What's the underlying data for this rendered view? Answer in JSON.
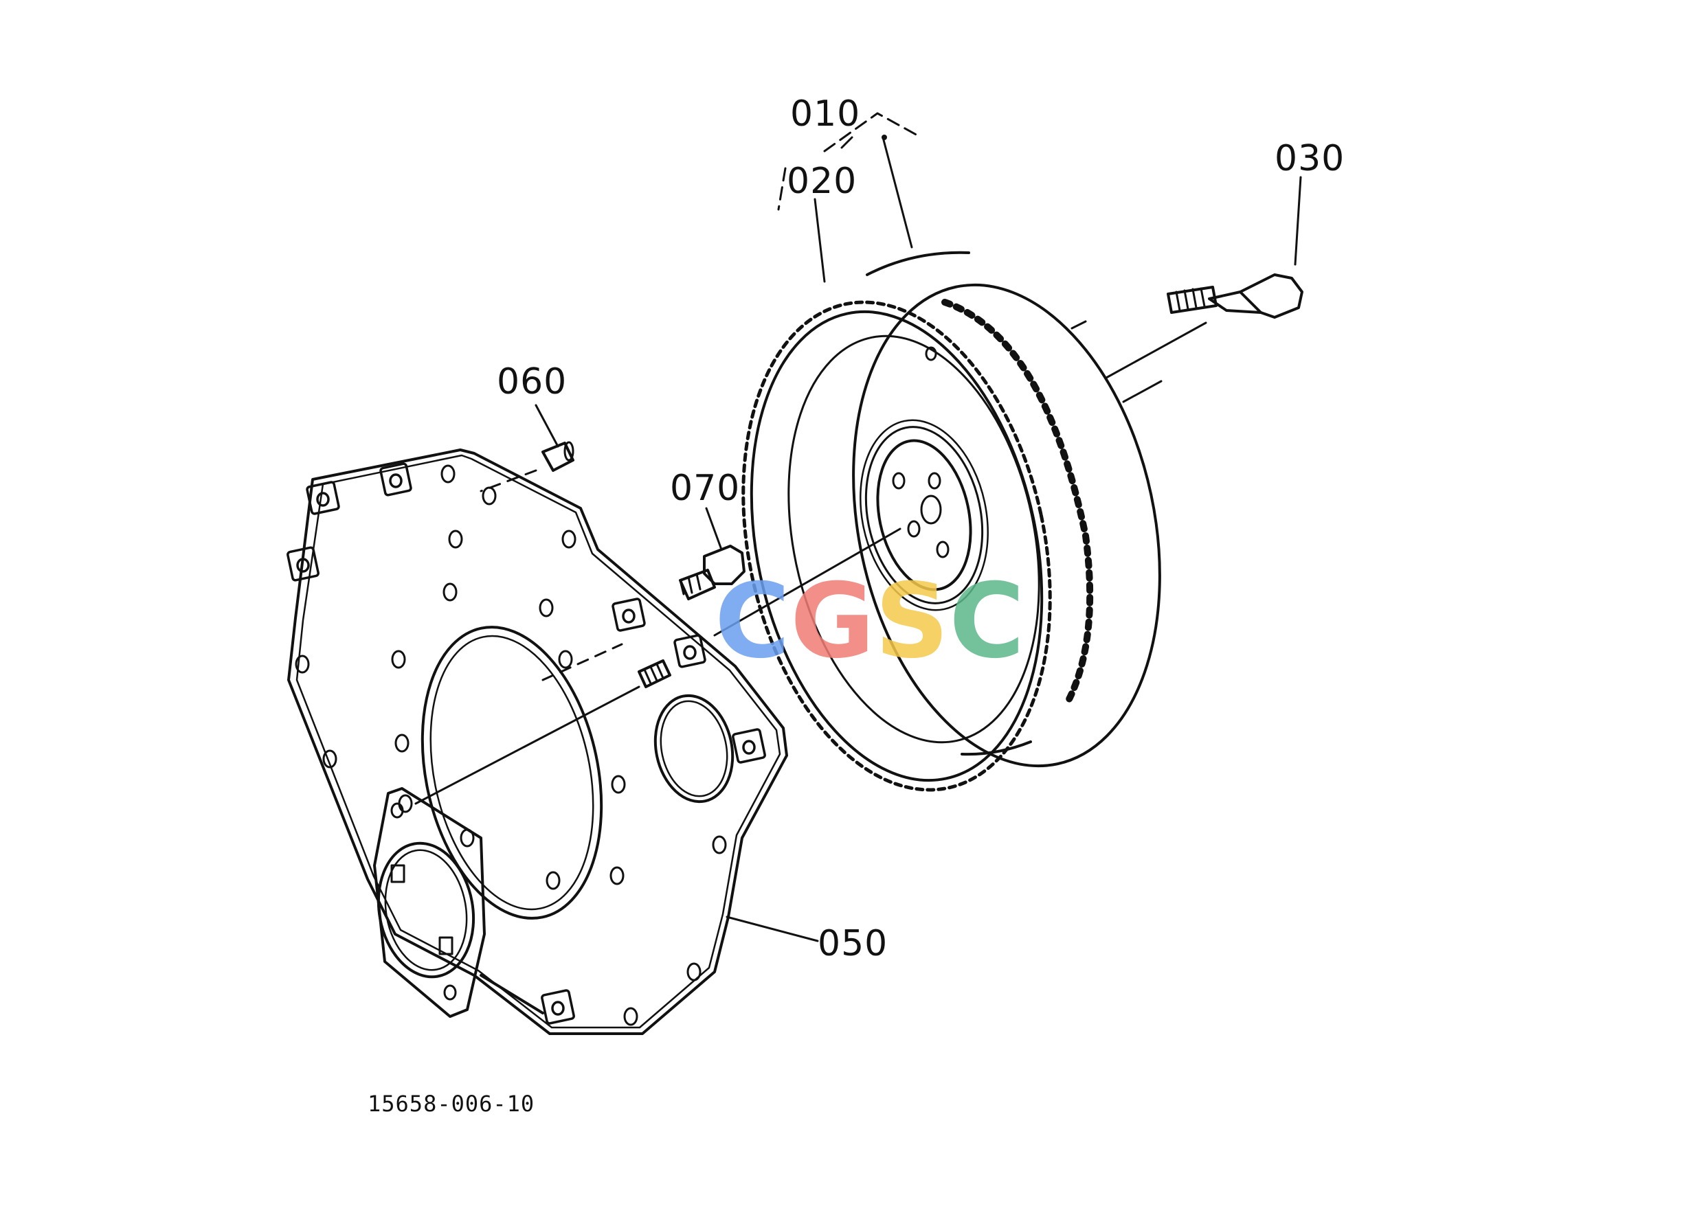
{
  "callouts": {
    "p010": "010",
    "p020": "020",
    "p030": "030",
    "p050": "050",
    "p060": "060",
    "p070": "070"
  },
  "drawing_number": "15658-006-10",
  "watermark": {
    "letters": [
      "C",
      "G",
      "S",
      "C"
    ],
    "colors": [
      "#6b9ff0",
      "#f07c75",
      "#f5c94b",
      "#5cb88a"
    ]
  },
  "colors": {
    "line": "#111111",
    "background": "#ffffff"
  }
}
